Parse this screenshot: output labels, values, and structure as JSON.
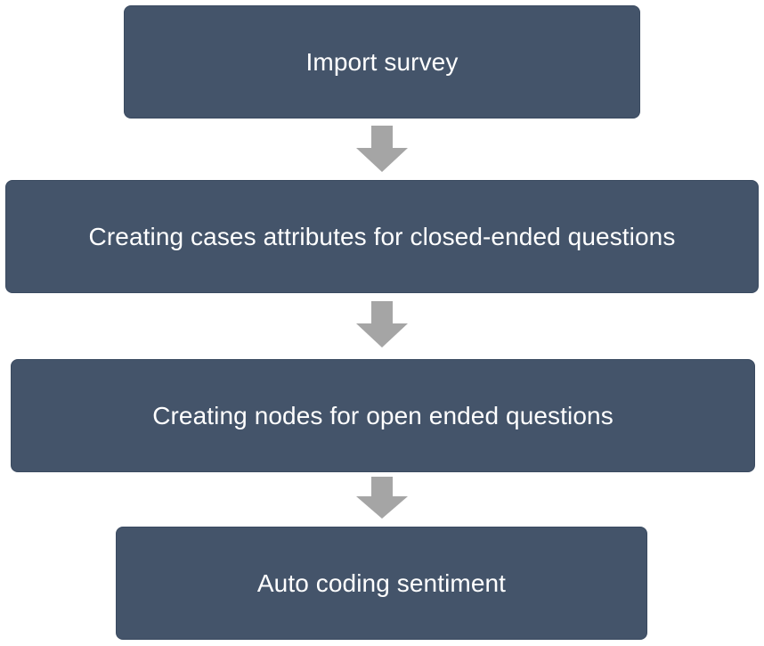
{
  "flowchart": {
    "steps": [
      {
        "label": "Import survey"
      },
      {
        "label": "Creating cases attributes for closed-ended questions"
      },
      {
        "label": "Creating nodes for open ended questions"
      },
      {
        "label": "Auto coding sentiment"
      }
    ],
    "colors": {
      "box_fill": "#44546a",
      "box_text": "#ffffff",
      "arrow_fill": "#a5a5a5",
      "background": "#ffffff"
    }
  }
}
